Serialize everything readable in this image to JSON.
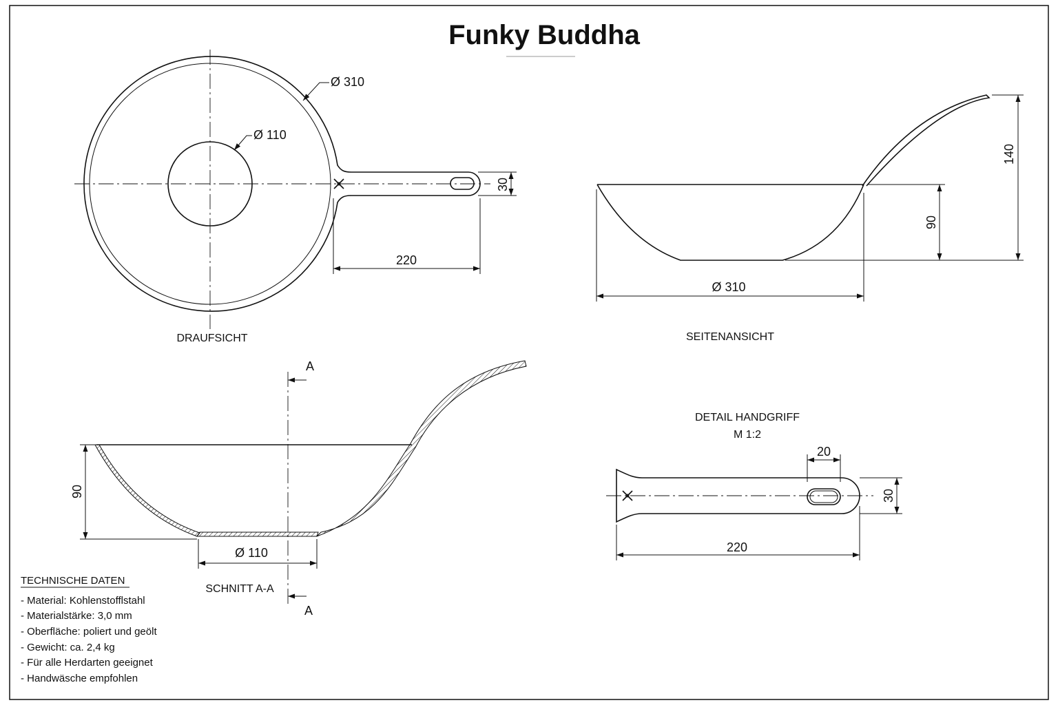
{
  "title": "Funky Buddha",
  "views": {
    "top": {
      "label": "DRAUFSICHT",
      "dim_outer": "Ø 310",
      "dim_inner": "Ø 110",
      "dim_handle_len": "220",
      "dim_handle_width": "30"
    },
    "side": {
      "label": "SEITENANSICHT",
      "dim_diameter": "Ø 310",
      "dim_depth": "90",
      "dim_height": "140"
    },
    "section": {
      "label": "SCHNITT A-A",
      "mark": "A",
      "dim_depth": "90",
      "dim_base": "Ø 110"
    },
    "detail": {
      "label": "DETAIL HANDGRIFF",
      "scale": "M 1:2",
      "dim_slot": "20",
      "dim_width": "30",
      "dim_length": "220"
    }
  },
  "specs": {
    "heading": "TECHNISCHE DATEN",
    "items": [
      "- Material: Kohlenstofflstahl",
      "- Materialstärke: 3,0 mm",
      "- Oberfläche: poliert und geölt",
      "- Gewicht: ca. 2,4 kg",
      "- Für alle Herdarten geeignet",
      "- Handwäsche empfohlen"
    ]
  }
}
